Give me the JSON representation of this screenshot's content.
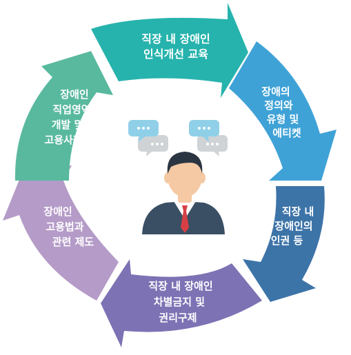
{
  "segments": [
    {
      "id": "s1",
      "color": "#27b3ad",
      "lines": [
        "직장 내 장애인",
        "인식개선 교육"
      ]
    },
    {
      "id": "s2",
      "color": "#3fa2d7",
      "lines": [
        "장애의",
        "정의와",
        "유형 및",
        "에티켓"
      ]
    },
    {
      "id": "s3",
      "color": "#3d74a8",
      "lines": [
        "직장 내",
        "장애인의",
        "인권 등"
      ]
    },
    {
      "id": "s4",
      "color": "#7c72b4",
      "lines": [
        "직장 내 장애인",
        "차별금지 및",
        "권리구제"
      ]
    },
    {
      "id": "s5",
      "color": "#b59bc8",
      "lines": [
        "장애인",
        "고용법과",
        "관련 제도"
      ]
    },
    {
      "id": "s6",
      "color": "#59b99f",
      "lines": [
        "장애인",
        "직업영역",
        "개발 및",
        "고용사례"
      ]
    }
  ],
  "center": {
    "bubble_colors": [
      "#8fd0e8",
      "#cfd3d6"
    ],
    "suit_color": "#3a4f63",
    "tie_color": "#d64045",
    "hair_color": "#2b3542",
    "skin_color": "#f4c9a3"
  }
}
